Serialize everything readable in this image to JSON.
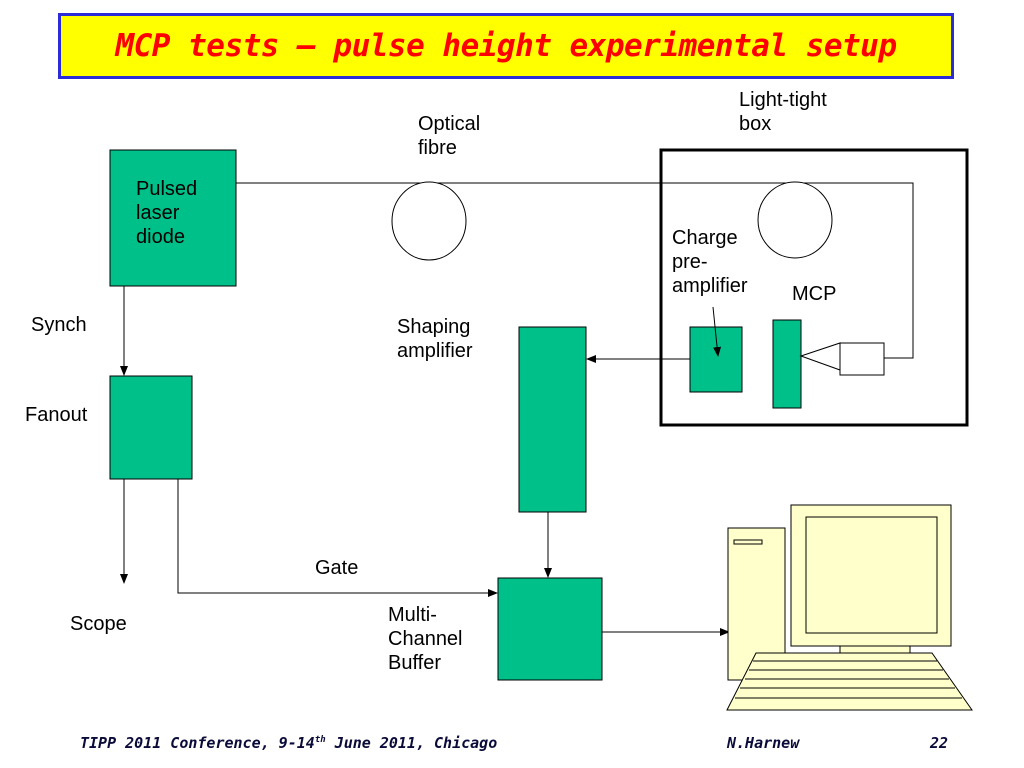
{
  "title": "MCP tests – pulse height experimental setup",
  "labels": {
    "pulsed_laser_diode": [
      "Pulsed",
      "laser",
      "diode"
    ],
    "optical_fibre": [
      "Optical",
      "fibre"
    ],
    "light_tight_box": [
      "Light-tight",
      "box"
    ],
    "charge_preamplifier": [
      "Charge",
      "pre-",
      "amplifier"
    ],
    "mcp": "MCP",
    "synch": "Synch",
    "shaping_amplifier": [
      "Shaping",
      "amplifier"
    ],
    "fanout": "Fanout",
    "gate": "Gate",
    "scope": "Scope",
    "multi_channel_buffer": [
      "Multi-",
      "Channel",
      "Buffer"
    ]
  },
  "footer": {
    "conference_pre": "TIPP 2011 Conference, 9-14",
    "conference_sup": "th",
    "conference_post": " June 2011, Chicago",
    "author": "N.Harnew",
    "page_number": "22"
  },
  "colors": {
    "module_fill": "#00c08a",
    "computer_fill": "#ffffcc",
    "title_bg": "#ffff00",
    "title_border": "#2b2bd8",
    "title_text": "#ff0000"
  }
}
